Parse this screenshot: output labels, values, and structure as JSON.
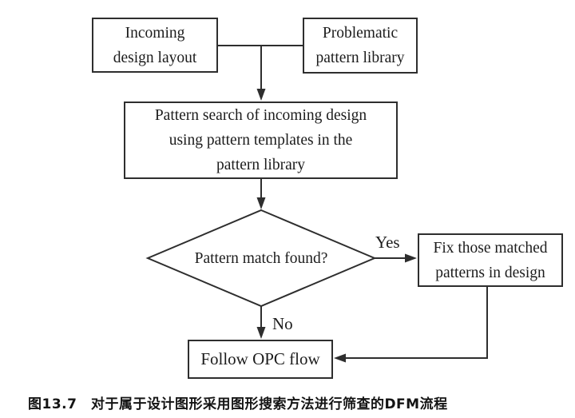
{
  "figure_caption": "图13.7　对于属于设计图形采用图形搜索方法进行筛查的DFM流程",
  "flowchart": {
    "nodes": {
      "incoming_design": {
        "label": "Incoming design layout",
        "lines": [
          "Incoming",
          "design layout"
        ]
      },
      "problematic_library": {
        "label": "Problematic pattern library",
        "lines": [
          "Problematic",
          "pattern library"
        ]
      },
      "pattern_search": {
        "label": "Pattern search of incoming design using pattern templates in the pattern library",
        "lines": [
          "Pattern search of incoming design",
          "using pattern templates in the",
          "pattern library"
        ]
      },
      "decision": {
        "label": "Pattern match found?",
        "lines": [
          "Pattern match found?"
        ]
      },
      "fix_patterns": {
        "label": "Fix those matched patterns in design",
        "lines": [
          "Fix those matched",
          "patterns in design"
        ]
      },
      "follow_opc": {
        "label": "Follow OPC flow",
        "lines": [
          "Follow OPC flow"
        ]
      }
    },
    "edge_labels": {
      "yes": "Yes",
      "no": "No"
    },
    "colors": {
      "stroke": "#2e2e2e",
      "text": "#1c1c1c",
      "background": "#ffffff"
    }
  }
}
